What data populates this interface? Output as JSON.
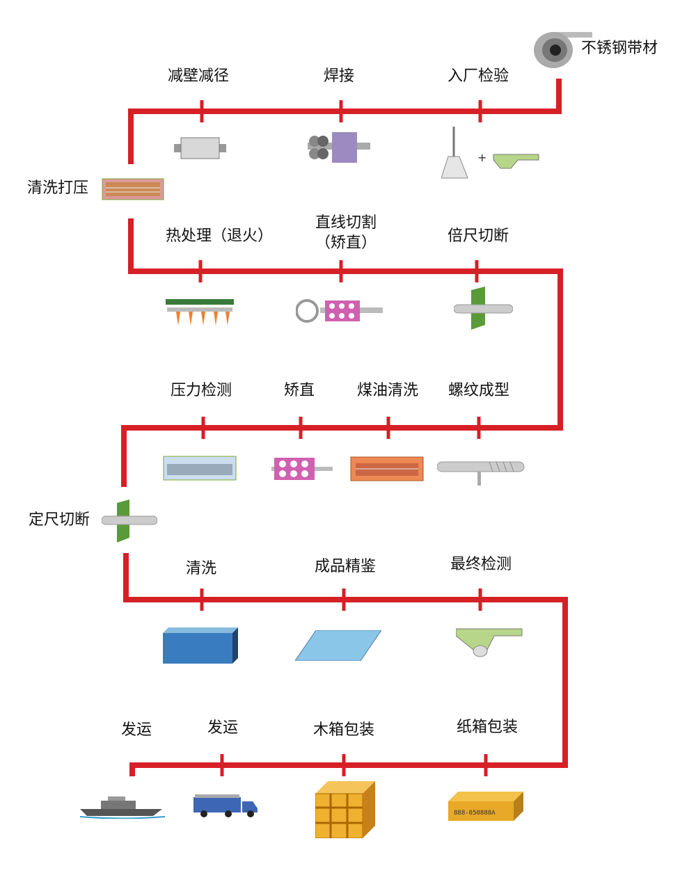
{
  "colors": {
    "flow_line": "#d71f26"
  },
  "start": {
    "label": "不锈钢带材",
    "icon": "steel-coil-icon"
  },
  "steps": {
    "wall_reduce": "减壁减径",
    "welding": "焊接",
    "incoming_inspection": "入厂检验",
    "clean_pressure": "清洗打压",
    "heat_treatment": "热处理（退火）",
    "straight_cut_line1": "直线切割",
    "straight_cut_line2": "（矫直）",
    "multiple_cut": "倍尺切断",
    "pressure_test": "压力检测",
    "straighten": "矫直",
    "kerosene_clean": "煤油清洗",
    "thread_forming": "螺纹成型",
    "fixed_cut": "定尺切断",
    "clean": "清洗",
    "finished_inspect": "成品精鉴",
    "final_inspect": "最终检测",
    "ship_sea": "发运",
    "ship_truck": "发运",
    "wood_pack": "木箱包装",
    "carton_pack": "纸箱包装"
  },
  "carton_marking": "888-050888A"
}
